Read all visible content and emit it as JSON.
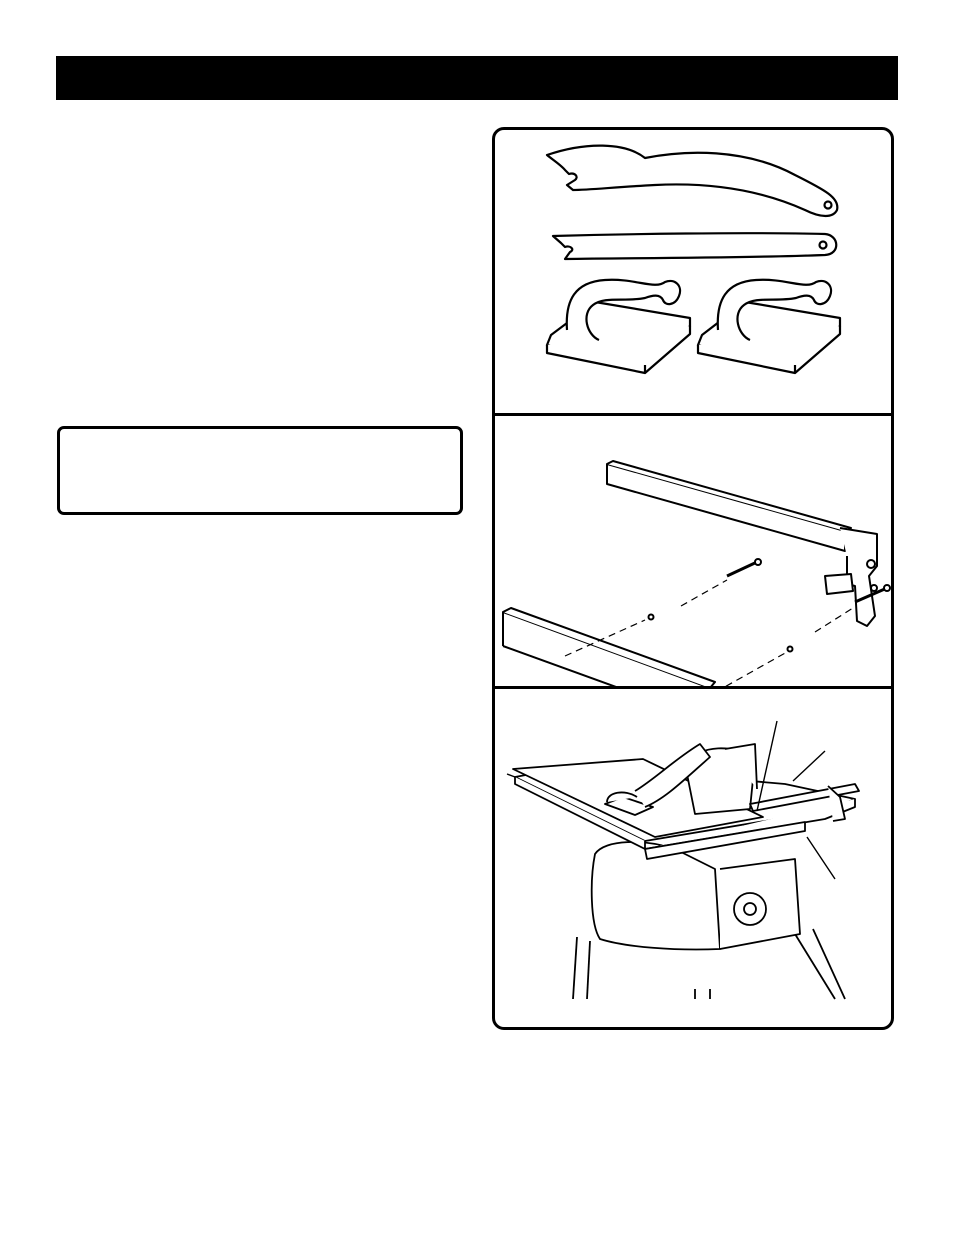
{
  "header": {
    "title": ""
  },
  "note": {
    "text": ""
  },
  "figures": {
    "push_sticks": {
      "icon": "push-stick-and-push-block-illustration"
    },
    "fence_assembly": {
      "icon": "auxiliary-fence-mounting-illustration"
    },
    "table_saw": {
      "icon": "table-saw-with-push-block-illustration"
    }
  }
}
